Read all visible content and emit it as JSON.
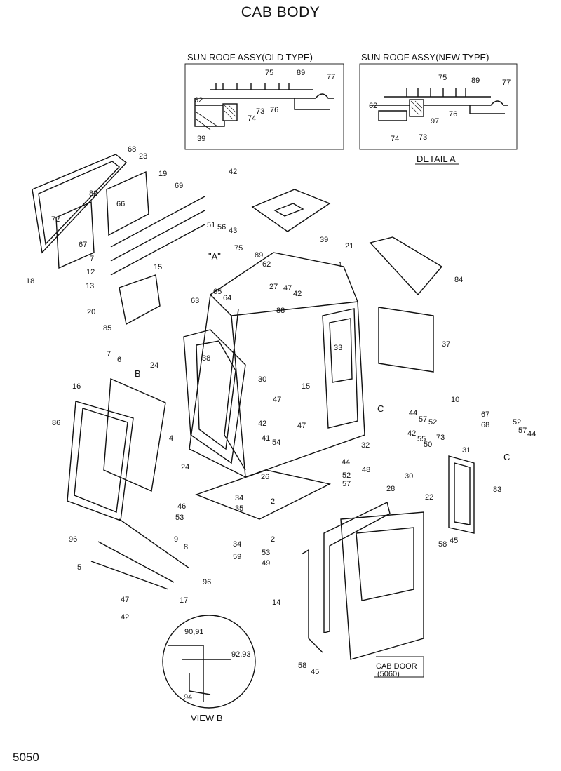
{
  "title": "CAB BODY",
  "page_number": "5050",
  "sun_roof_old": {
    "label": "SUN ROOF ASSY(OLD TYPE)",
    "callouts": [
      "75",
      "89",
      "77",
      "62",
      "73",
      "76",
      "74",
      "39"
    ]
  },
  "sun_roof_new": {
    "label": "SUN ROOF ASSY(NEW TYPE)",
    "callouts": [
      "75",
      "89",
      "77",
      "62",
      "97",
      "76",
      "74",
      "73"
    ]
  },
  "detail_label": "DETAIL  A",
  "view_b_label": "VIEW  B",
  "view_b_callouts": [
    "90,91",
    "92,93",
    "94"
  ],
  "cab_door_label": "CAB DOOR",
  "cab_door_ref": "(5060)",
  "marker_a": "\"A\"",
  "marker_b": "B",
  "marker_c": "C",
  "main_callouts": [
    "68",
    "23",
    "19",
    "42",
    "69",
    "82",
    "66",
    "72",
    "56",
    "43",
    "51",
    "67",
    "7",
    "39",
    "18",
    "12",
    "13",
    "15",
    "75",
    "89",
    "62",
    "21",
    "1",
    "84",
    "20",
    "85",
    "63",
    "65",
    "64",
    "88",
    "27",
    "47",
    "42",
    "37",
    "24",
    "38",
    "33",
    "30",
    "7",
    "6",
    "16",
    "86",
    "15",
    "4",
    "47",
    "42",
    "47",
    "41",
    "54",
    "10",
    "44",
    "57",
    "52",
    "67",
    "68",
    "52",
    "57",
    "44",
    "42",
    "55",
    "50",
    "73",
    "31",
    "32",
    "24",
    "26",
    "48",
    "28",
    "30",
    "44",
    "52",
    "57",
    "22",
    "83",
    "46",
    "53",
    "34",
    "35",
    "2",
    "96",
    "9",
    "8",
    "5",
    "17",
    "96",
    "34",
    "59",
    "53",
    "49",
    "2",
    "47",
    "42",
    "14",
    "58",
    "45",
    "58",
    "45"
  ]
}
